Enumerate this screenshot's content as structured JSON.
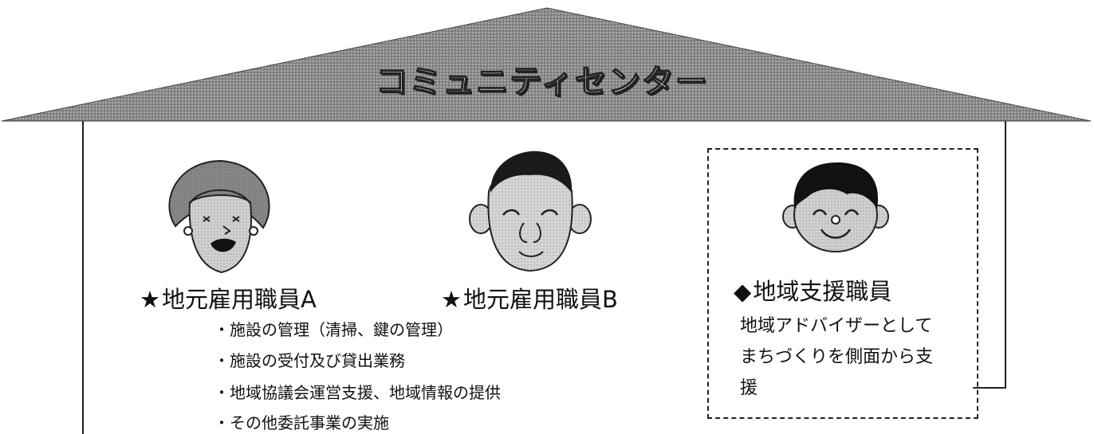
{
  "building": {
    "title": "コミュニティセンター"
  },
  "staff": [
    {
      "mark": "★",
      "label": "地元雇用職員A",
      "icon": "woman-face-icon"
    },
    {
      "mark": "★",
      "label": "地元雇用職員B",
      "icon": "man-face-icon"
    },
    {
      "mark": "◆",
      "label": "地域支援職員",
      "icon": "smiling-boy-face-icon"
    }
  ],
  "duties": [
    "・施設の管理（清掃、鍵の管理）",
    "・施設の受付及び貸出業務",
    "・地域協議会運営支援、地域情報の提供",
    "・その他委託事業の実施"
  ],
  "support_description": {
    "line1": "地域アドバイザーとして",
    "line2": "まちづくりを側面から支",
    "line3": "援"
  }
}
